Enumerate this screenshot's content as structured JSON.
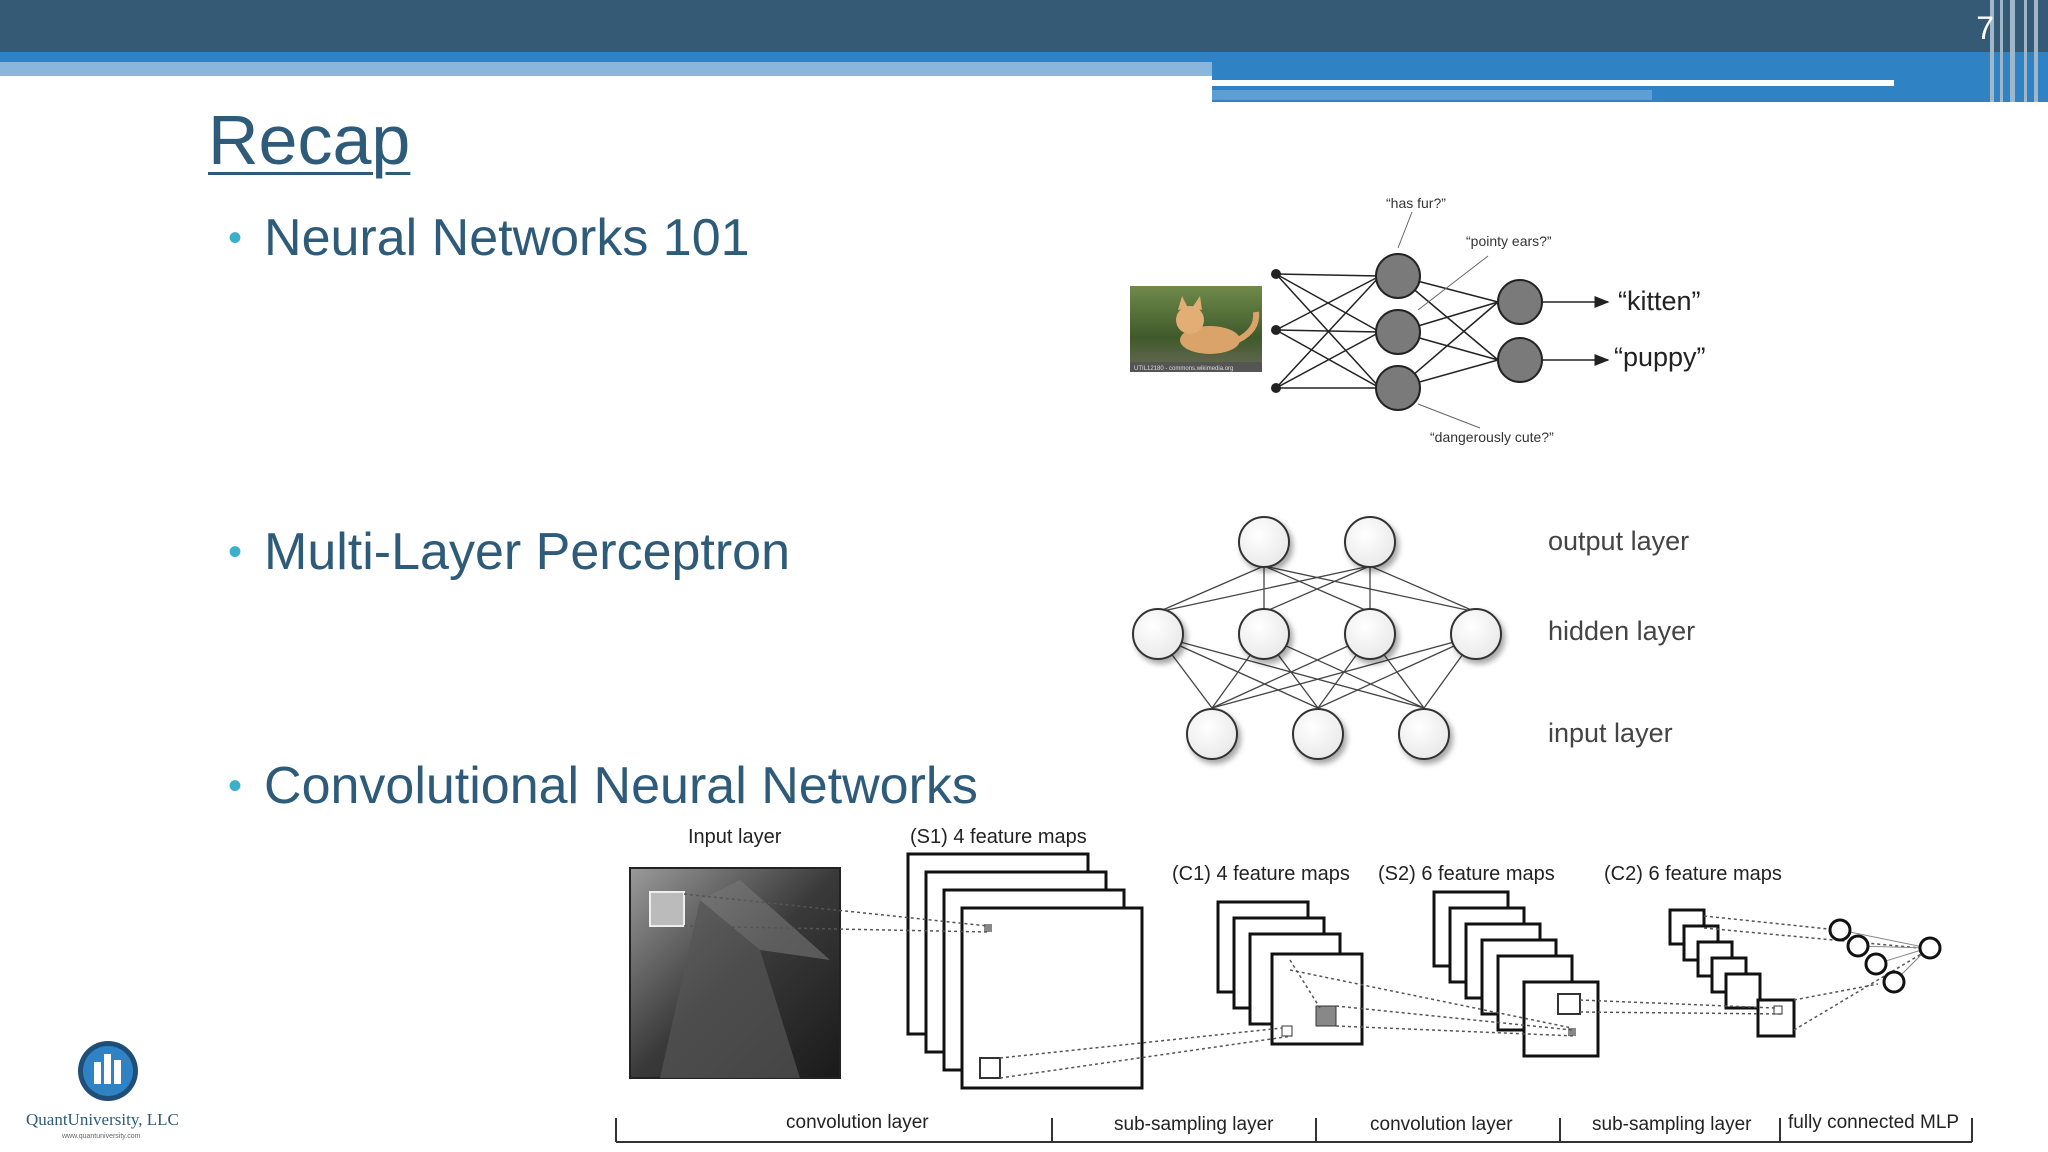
{
  "slide": {
    "page_number": "7",
    "title": "Recap",
    "bullets": [
      "Neural Networks 101",
      "Multi-Layer Perceptron",
      "Convolutional Neural Networks"
    ]
  },
  "nn_diagram": {
    "labels": {
      "has_fur": "“has fur?”",
      "pointy_ears": "“pointy ears?”",
      "dangerously_cute": "“dangerously cute?”",
      "kitten": "“kitten”",
      "puppy": "“puppy”"
    },
    "caption": "UTIL12180 - commons.wikimedia.org"
  },
  "mlp_diagram": {
    "output_layer": "output layer",
    "hidden_layer": "hidden layer",
    "input_layer": "input layer"
  },
  "cnn_diagram": {
    "input_layer": "Input layer",
    "s1": "(S1) 4 feature maps",
    "c1": "(C1) 4 feature maps",
    "s2": "(S2) 6 feature maps",
    "c2": "(C2) 6 feature maps",
    "bottom": [
      "convolution layer",
      "sub-sampling layer",
      "convolution layer",
      "sub-sampling layer",
      "fully connected MLP"
    ]
  },
  "logo": {
    "name": "QuantUniversity, LLC",
    "url": "www.quantuniversity.com"
  }
}
